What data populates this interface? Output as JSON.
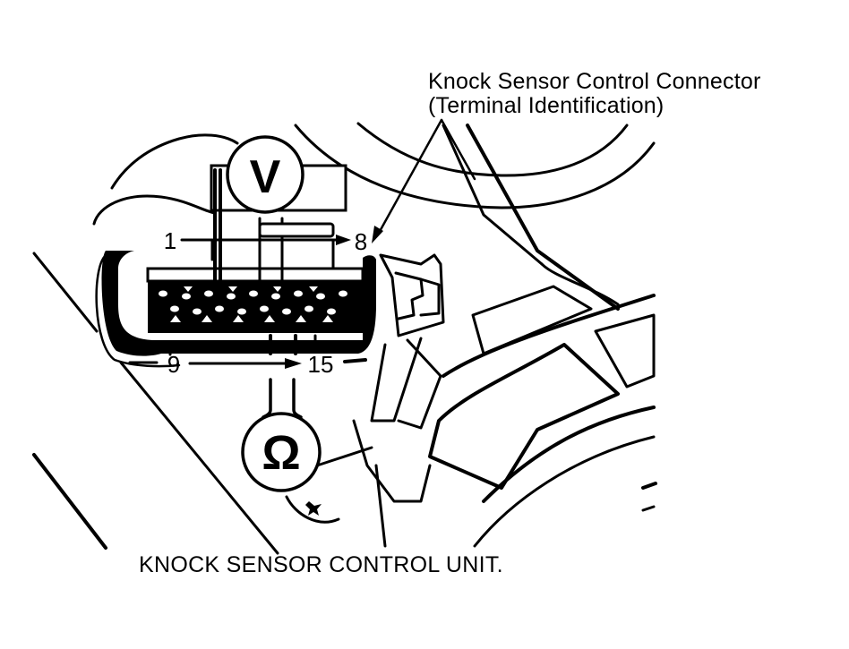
{
  "diagram": {
    "callout": {
      "line1": "Knock Sensor Control Connector",
      "line2": "(Terminal Identification)"
    },
    "caption": "KNOCK SENSOR CONTROL UNIT.",
    "terminals": {
      "top_start": "1",
      "top_end": "8",
      "bottom_start": "9",
      "bottom_end": "15"
    },
    "meters": {
      "voltmeter_symbol": "V",
      "ohmmeter_symbol": "Ω"
    },
    "colors": {
      "ink": "#000000",
      "paper": "#ffffff"
    }
  }
}
